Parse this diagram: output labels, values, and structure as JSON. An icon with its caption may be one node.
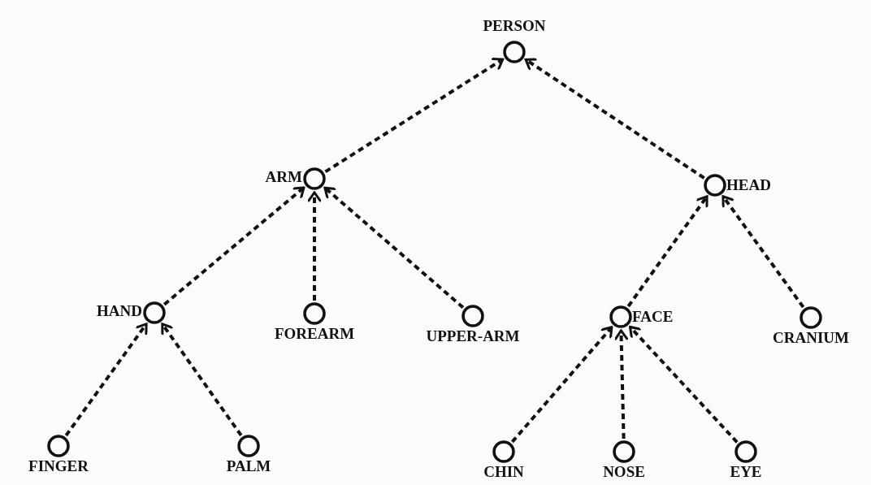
{
  "diagram": {
    "nodes": [
      {
        "text": [
          "PERSON"
        ]
      },
      {
        "text": [
          "ARM"
        ]
      },
      {
        "text": [
          "HEAD"
        ]
      },
      {
        "text": [
          "HAND"
        ]
      },
      {
        "text": [
          "FOREARM"
        ]
      },
      {
        "text": [
          "UPPER-ARM"
        ]
      },
      {
        "text": [
          "FACE"
        ]
      },
      {
        "text": [
          "CRANIUM"
        ]
      },
      {
        "text": [
          "FINGER"
        ]
      },
      {
        "text": [
          "PALM"
        ]
      },
      {
        "text": [
          "CHIN"
        ]
      },
      {
        "text": [
          "NOSE"
        ]
      },
      {
        "text": [
          "EYE"
        ]
      }
    ],
    "edges": [
      {
        "from": 1,
        "to": 0,
        "arrow": "to",
        "style": "dashed"
      },
      {
        "from": 2,
        "to": 0,
        "arrow": "to",
        "style": "dashed"
      },
      {
        "from": 3,
        "to": 1,
        "arrow": "to",
        "style": "dashed"
      },
      {
        "from": 4,
        "to": 1,
        "arrow": "to",
        "style": "dashed"
      },
      {
        "from": 5,
        "to": 1,
        "arrow": "to",
        "style": "dashed"
      },
      {
        "from": 6,
        "to": 2,
        "arrow": "to",
        "style": "dashed"
      },
      {
        "from": 7,
        "to": 2,
        "arrow": "to",
        "style": "dashed"
      },
      {
        "from": 8,
        "to": 3,
        "arrow": "to",
        "style": "dashed"
      },
      {
        "from": 9,
        "to": 3,
        "arrow": "to",
        "style": "dashed"
      },
      {
        "from": 10,
        "to": 6,
        "arrow": "to",
        "style": "dashed"
      },
      {
        "from": 11,
        "to": 6,
        "arrow": "to",
        "style": "dashed"
      },
      {
        "from": 12,
        "to": 6,
        "arrow": "to",
        "style": "dashed"
      }
    ]
  }
}
